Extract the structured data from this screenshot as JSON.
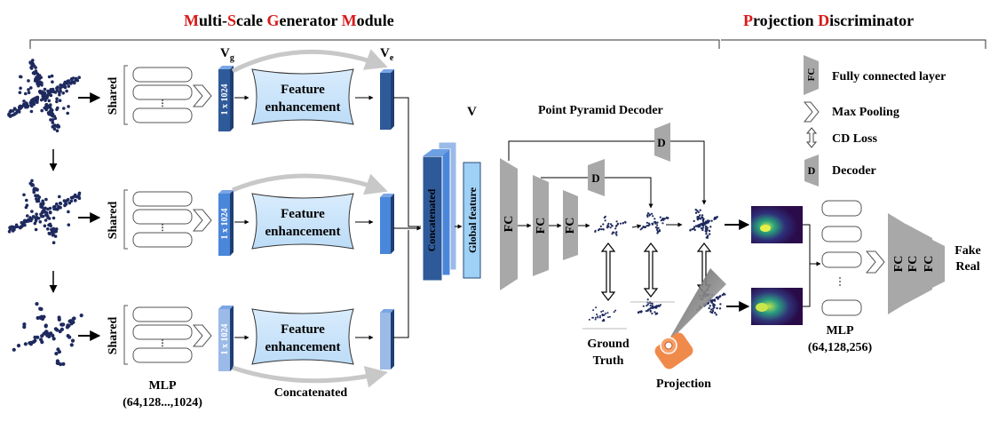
{
  "colors": {
    "red_accent": "#d81a1a",
    "vector_dark": "#2f5a9a",
    "vector_mid": "#4a86d9",
    "vector_light": "#9bbae8",
    "feature_box": "#cfe6fb",
    "fc_gray": "#a8a8a8",
    "arrow_gray": "#c8c8c8"
  },
  "titles": {
    "generator": [
      {
        "text": "M",
        "accent": true
      },
      {
        "text": "ulti-",
        "accent": false
      },
      {
        "text": "S",
        "accent": true
      },
      {
        "text": "cale ",
        "accent": false
      },
      {
        "text": "G",
        "accent": true
      },
      {
        "text": "enerator ",
        "accent": false
      },
      {
        "text": "M",
        "accent": true
      },
      {
        "text": "odule",
        "accent": false
      }
    ],
    "discriminator": [
      {
        "text": "P",
        "accent": true
      },
      {
        "text": "rojection ",
        "accent": false
      },
      {
        "text": "D",
        "accent": true
      },
      {
        "text": "iscriminator",
        "accent": false
      }
    ]
  },
  "labels": {
    "shared": "Shared",
    "dots": "·",
    "vector_1024": "1 x 1024",
    "vg_main": "V",
    "vg_sub": "g",
    "ve_main": "V",
    "ve_sub": "e",
    "feature_l1": "Feature",
    "feature_l2": "enhancement",
    "concatenated": "Concatenated",
    "v_label": "V",
    "global_feature": "Global feature",
    "fc": "FC",
    "d": "D",
    "ppd": "Point Pyramid Decoder",
    "ground_l1": "Ground",
    "ground_l2": "Truth",
    "projection": "Projection",
    "mlp_left_l1": "MLP",
    "mlp_left_l2": "(64,128...,1024)",
    "mlp_right_l1": "MLP",
    "mlp_right_l2": "(64,128,256)",
    "fake": "Fake",
    "real": "Real"
  },
  "legend": [
    {
      "icon": "fc-trapezoid",
      "glyph": "FC",
      "text": "Fully connected layer"
    },
    {
      "icon": "chevron",
      "glyph": "",
      "text": "Max Pooling"
    },
    {
      "icon": "double-arrow",
      "glyph": "",
      "text": "CD Loss"
    },
    {
      "icon": "decoder-trapezoid",
      "glyph": "D",
      "text": "Decoder"
    }
  ]
}
